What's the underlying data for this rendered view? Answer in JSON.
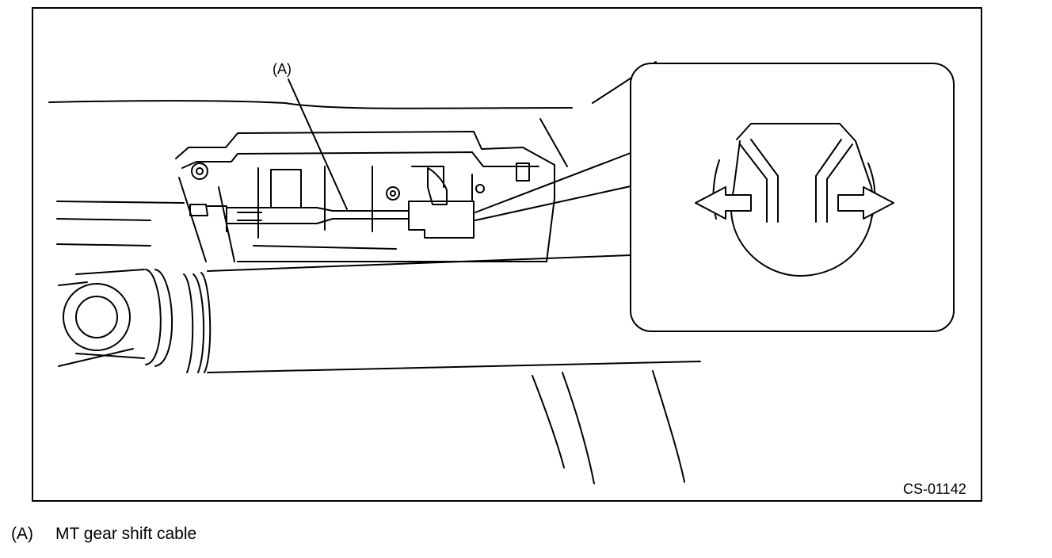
{
  "figure": {
    "callout_label": "(A)",
    "figure_id": "CS-01142",
    "legend": [
      {
        "key": "(A)",
        "text": "MT gear shift cable"
      }
    ],
    "icons": [
      "arrow-left-icon",
      "arrow-right-icon"
    ],
    "colors": {
      "line": "#000000",
      "background": "#ffffff"
    }
  }
}
